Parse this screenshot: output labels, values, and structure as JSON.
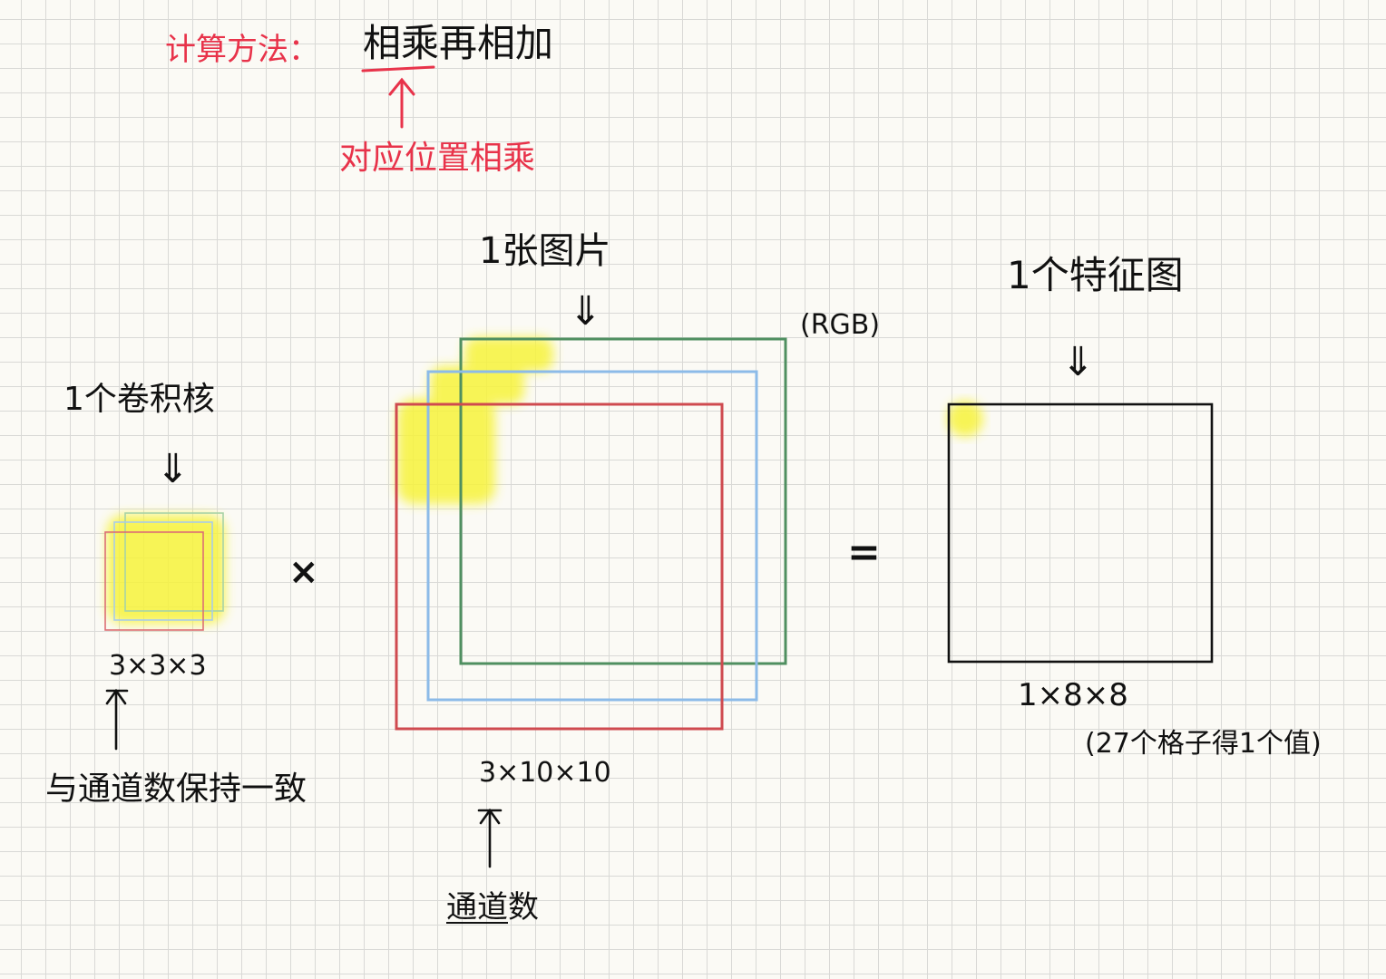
{
  "colors": {
    "annotation_red": "#e8334a",
    "ink": "#111111",
    "channel_r": "#cf4a4f",
    "channel_g": "#4f8f60",
    "channel_b": "#8cbbe8",
    "highlight": "#f7f33a"
  },
  "header": {
    "method_label": "计算方法：",
    "method_text": "相乘再相加",
    "arrow_up": "↑",
    "note": "对应位置相乘"
  },
  "kernel": {
    "title": "1个卷积核",
    "arrow": "⇓",
    "dims": "3×3×3",
    "arrow_up": "↑",
    "note": "与通道数保持一致"
  },
  "operators": {
    "times": "×",
    "equals": "="
  },
  "image": {
    "title": "1张图片",
    "arrow": "⇓",
    "channels_label": "(RGB)",
    "dims": "3×10×10",
    "arrow_up": "↑",
    "note": "通道数"
  },
  "feature_map": {
    "title": "1个特征图",
    "arrow": "⇓",
    "dims": "1×8×8",
    "note": "(27个格子得1个值)"
  }
}
